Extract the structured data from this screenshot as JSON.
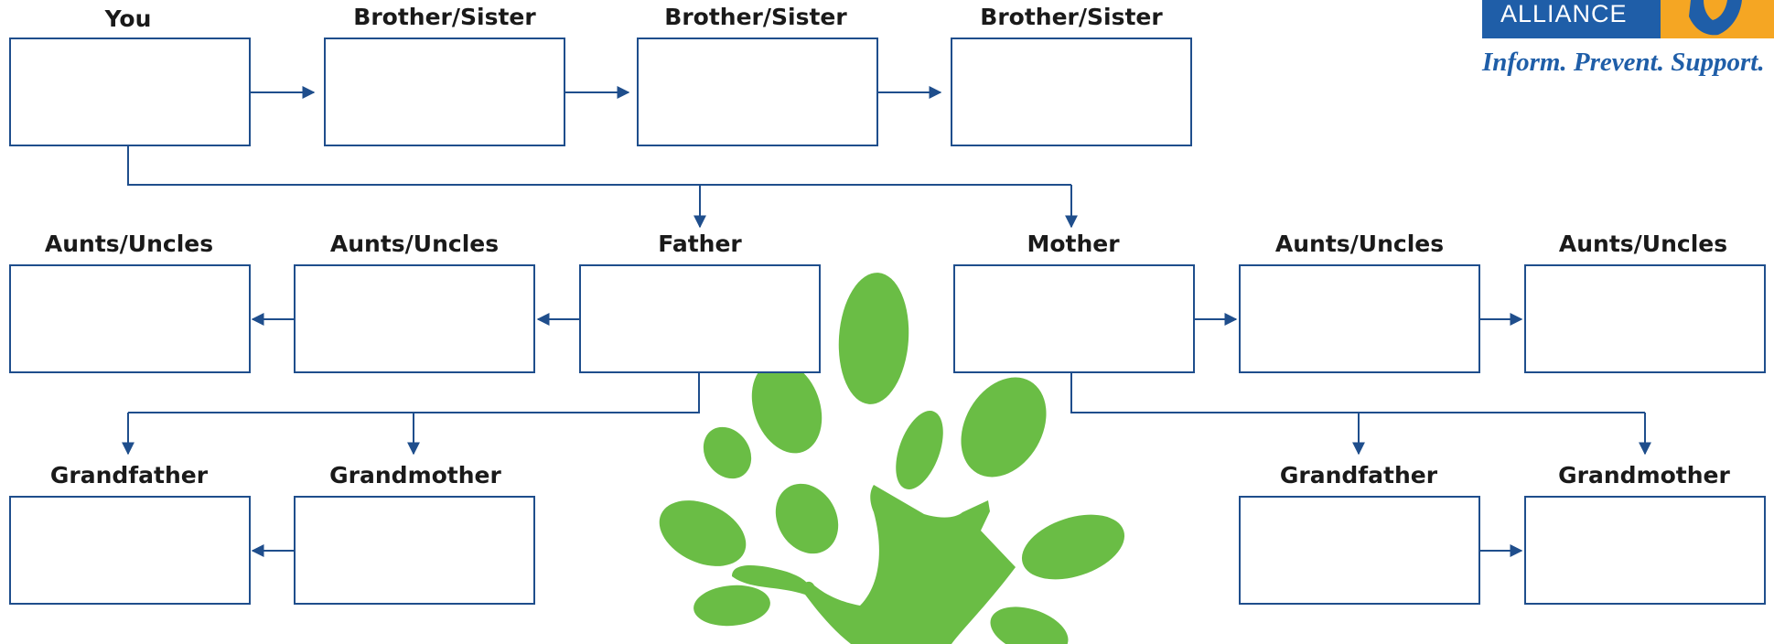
{
  "nodes": {
    "you": "You",
    "sibling_1": "Brother/Sister",
    "sibling_2": "Brother/Sister",
    "sibling_3": "Brother/Sister",
    "paternal_aunt_uncle_1": "Aunts/Uncles",
    "paternal_aunt_uncle_2": "Aunts/Uncles",
    "father": "Father",
    "mother": "Mother",
    "maternal_aunt_uncle_1": "Aunts/Uncles",
    "maternal_aunt_uncle_2": "Aunts/Uncles",
    "paternal_grandfather": "Grandfather",
    "paternal_grandmother": "Grandmother",
    "maternal_grandfather": "Grandfather",
    "maternal_grandmother": "Grandmother"
  },
  "logo": {
    "word": "ALLIANCE",
    "tagline": "Inform. Prevent. Support."
  },
  "colors": {
    "line": "#1f4e8c",
    "leaf": "#6abd45",
    "logo_blue": "#1f5ea8",
    "logo_orange": "#f5a623"
  }
}
